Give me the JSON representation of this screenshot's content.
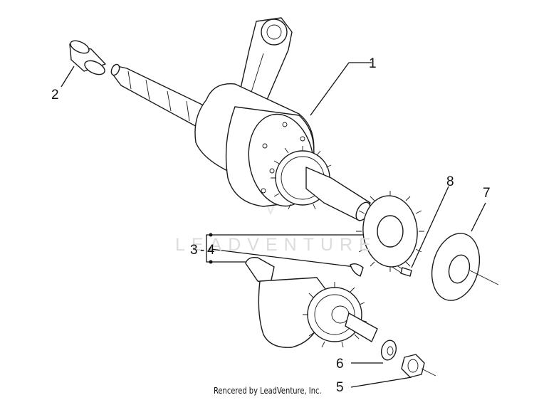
{
  "labels": {
    "crankshaft": "1",
    "bushing": "2",
    "range": "3",
    "range_sep": "-",
    "range_end": "4",
    "nut": "5",
    "washer_small": "6",
    "washer_large": "7",
    "screw": "8"
  },
  "watermark": "LEADVENTURE",
  "footer": "Rencered by LeadVenture, Inc."
}
